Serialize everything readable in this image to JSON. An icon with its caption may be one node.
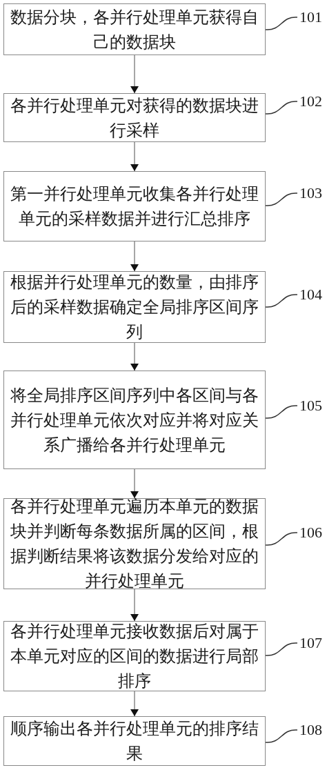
{
  "diagram": {
    "nodes": [
      {
        "text": [
          "数据分块，各并行处理单元获得自己的数据块"
        ]
      },
      {
        "text": [
          "101"
        ]
      },
      {
        "text": [
          "各并行处理单元对获得的数据块进行采样"
        ]
      },
      {
        "text": [
          "102"
        ]
      },
      {
        "text": [
          "第一并行处理单元收集各并行处理单元的采样数据并进行汇总排序"
        ]
      },
      {
        "text": [
          "103"
        ]
      },
      {
        "text": [
          "根据并行处理单元的数量，由排序后的采样数据确定全局排序区间序列"
        ]
      },
      {
        "text": [
          "104"
        ]
      },
      {
        "text": [
          "将全局排序区间序列中各区间与各并行处理单元依次对应并将对应关系广播给各并行处理单元"
        ]
      },
      {
        "text": [
          "105"
        ]
      },
      {
        "text": [
          "各并行处理单元遍历本单元的数据块并判断每条数据所属的区间，根据判断结果将该数据分发给对应的并行处理单元"
        ]
      },
      {
        "text": [
          "106"
        ]
      },
      {
        "text": [
          "各并行处理单元接收数据后对属于本单元对应的区间的数据进行局部排序"
        ]
      },
      {
        "text": [
          "107"
        ]
      },
      {
        "text": [
          "顺序输出各并行处理单元的排序结果"
        ]
      },
      {
        "text": [
          "108"
        ]
      }
    ],
    "edges": [
      {
        "from": 0,
        "to": 2,
        "arrow": "to"
      },
      {
        "from": 2,
        "to": 4,
        "arrow": "to"
      },
      {
        "from": 4,
        "to": 6,
        "arrow": "to"
      },
      {
        "from": 6,
        "to": 8,
        "arrow": "to"
      },
      {
        "from": 8,
        "to": 10,
        "arrow": "to"
      },
      {
        "from": 10,
        "to": 12,
        "arrow": "to"
      },
      {
        "from": 12,
        "to": 14,
        "arrow": "to"
      },
      {
        "from": 1,
        "to": 0,
        "arrow": "none"
      },
      {
        "from": 3,
        "to": 2,
        "arrow": "none"
      },
      {
        "from": 5,
        "to": 4,
        "arrow": "none"
      },
      {
        "from": 7,
        "to": 6,
        "arrow": "none"
      },
      {
        "from": 9,
        "to": 8,
        "arrow": "none"
      },
      {
        "from": 11,
        "to": 10,
        "arrow": "none"
      },
      {
        "from": 13,
        "to": 12,
        "arrow": "none"
      },
      {
        "from": 15,
        "to": 14,
        "arrow": "none"
      }
    ]
  }
}
